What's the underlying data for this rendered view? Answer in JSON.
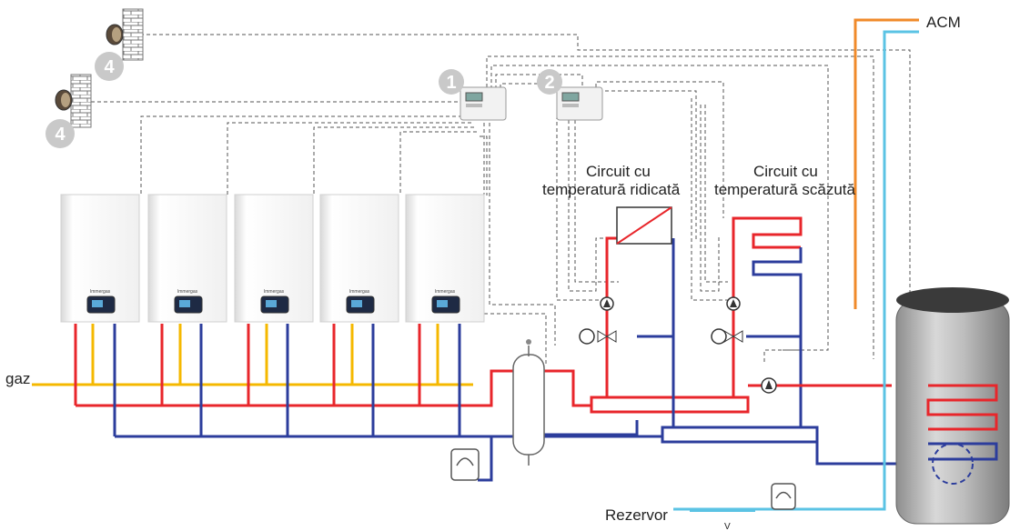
{
  "labels": {
    "acm": "ACM",
    "gas": "gaz",
    "tank": "Rezervor",
    "v_mark": "V",
    "circuit_high_line1": "Circuit cu",
    "circuit_high_line2": "temperatură ridicată",
    "circuit_low_line1": "Circuit cu",
    "circuit_low_line2": "temperatură scăzută"
  },
  "controllers": [
    {
      "number": "1"
    },
    {
      "number": "2"
    }
  ],
  "outdoor_sensors": [
    {
      "number": "4"
    },
    {
      "number": "4"
    }
  ],
  "boilers": [
    {
      "brand": "Immergas"
    },
    {
      "brand": "Immergas"
    },
    {
      "brand": "Immergas"
    },
    {
      "brand": "Immergas"
    },
    {
      "brand": "Immergas"
    }
  ],
  "colors": {
    "hot_supply": "#e8262b",
    "cold_return": "#2c3d9c",
    "gas": "#f5b800",
    "dhw_hot": "#f08a2a",
    "dhw_cold": "#5bc3e4",
    "control_wire": "#555555",
    "badge": "#c9c9c9"
  }
}
